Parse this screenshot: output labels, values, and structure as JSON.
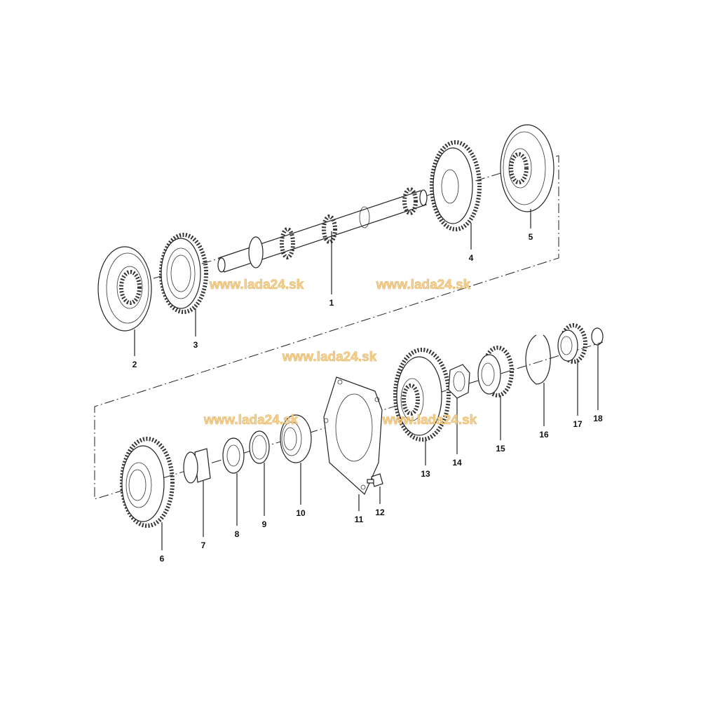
{
  "diagram": {
    "watermark": "www.lada24.sk",
    "part_labels": [
      "1",
      "2",
      "3",
      "4",
      "5",
      "6",
      "7",
      "8",
      "9",
      "10",
      "11",
      "12",
      "13",
      "14",
      "15",
      "16",
      "17",
      "18"
    ]
  }
}
